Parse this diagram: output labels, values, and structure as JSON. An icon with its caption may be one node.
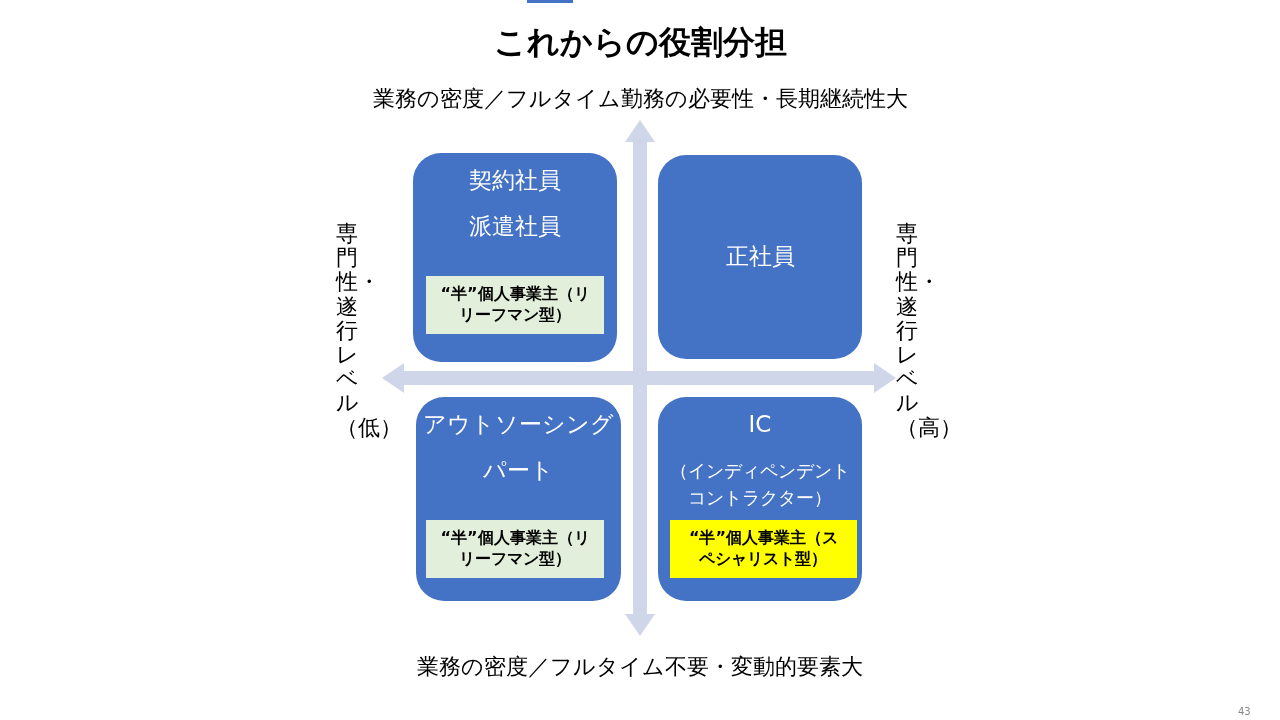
{
  "diagram": {
    "title": "これからの役割分担",
    "nodes": [
      {
        "text": [
          "契約社員",
          "派遣社員"
        ]
      },
      {
        "text": [
          "“半”個人事業主（リリーフマン型）"
        ],
        "in": 0
      },
      {
        "text": [
          "正社員"
        ]
      },
      {
        "text": [
          "アウトソーシング",
          "パート"
        ]
      },
      {
        "text": [
          "“半”個人事業主（リリーフマン型）"
        ],
        "in": 3
      },
      {
        "text": [
          "IC",
          "（インディペンデントコントラクター）"
        ]
      },
      {
        "text": [
          "“半”個人事業主（スペシャリスト型）"
        ],
        "in": 5
      }
    ],
    "edges": [],
    "labels": [
      "業務の密度／フルタイム勤務の必要性・長期継続性大",
      "専門性・遂行レベル（低）",
      "専門性・遂行レベル（高）",
      "業務の密度／フルタイム不要・変動的要素大",
      "43"
    ]
  }
}
